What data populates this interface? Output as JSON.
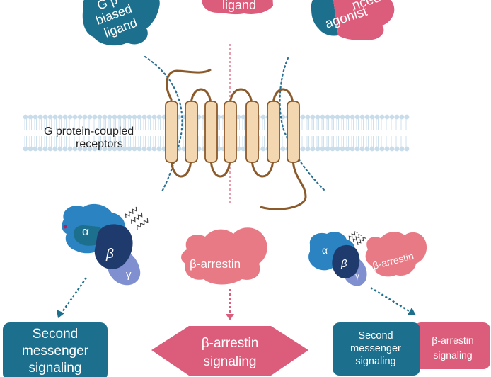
{
  "top_ligands": {
    "g_protein_biased": {
      "line1": "G p",
      "line2": "biased",
      "line3": "ligand"
    },
    "balanced": {
      "line1": "ligand"
    },
    "arrestin_biased": {
      "line1": "nced",
      "line2": "agonist"
    }
  },
  "membrane": {
    "label_line1": "G protein-coupled",
    "label_line2": "receptors"
  },
  "g_protein_left": {
    "alpha": "α",
    "beta": "β",
    "gamma": "γ"
  },
  "arrestin_center": {
    "label": "β-arrestin"
  },
  "complex_right": {
    "alpha": "α",
    "beta": "β",
    "gamma": "γ",
    "arrestin_label": "β-arrestin"
  },
  "outputs": {
    "left": {
      "line1": "Second",
      "line2": "messenger",
      "line3": "signaling"
    },
    "center": {
      "line1": "β-arrestin",
      "line2": "signaling"
    },
    "right_split": {
      "left": {
        "line1": "Second",
        "line2": "messenger",
        "line3": "signaling"
      },
      "right": {
        "line1": "β-arrestin",
        "line2": "signaling"
      }
    }
  },
  "colors": {
    "teal": "#1c6f8d",
    "pink": "#dc5c7b",
    "light_pink": "#e87a85",
    "navy": "#1f3b6d",
    "light_blue": "#2b84c1",
    "lavender": "#7f8fd0",
    "membrane_fill": "#f2d7b0",
    "membrane_stroke": "#8b5a2b",
    "dotted_blue": "#2b6f93"
  }
}
